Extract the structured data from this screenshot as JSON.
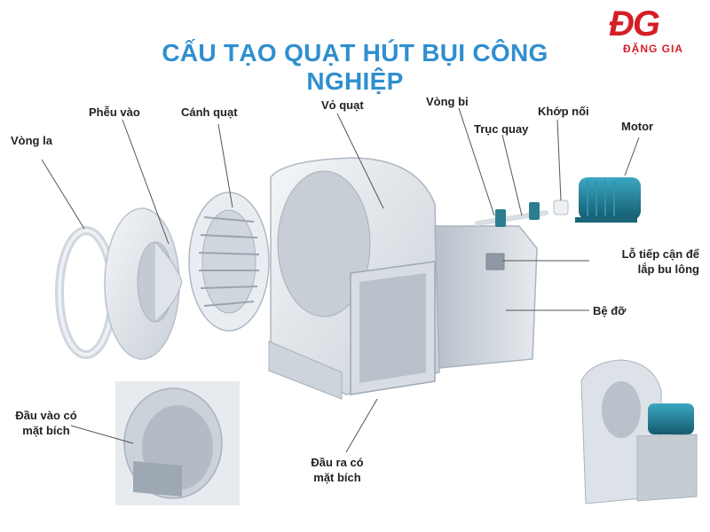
{
  "title": "CẤU TẠO QUẠT HÚT BỤI CÔNG NGHIỆP",
  "logo": {
    "mark": "ĐG",
    "name": "ĐẶNG GIA"
  },
  "labels": {
    "vong_la": "Vòng la",
    "pheu_vao": "Phễu vào",
    "canh_quat": "Cánh quạt",
    "vo_quat": "Vỏ quạt",
    "vong_bi": "Vòng bi",
    "truc_quay": "Trục quay",
    "khop_noi": "Khớp nối",
    "motor": "Motor",
    "lo_tiep_can_1": "Lỗ tiếp cận để",
    "lo_tiep_can_2": "lắp bu lông",
    "be_do": "Bệ đỡ",
    "dau_vao_1": "Đầu vào có",
    "dau_vao_2": "mặt bích",
    "dau_ra_1": "Đầu ra có",
    "dau_ra_2": "mặt bích"
  },
  "colors": {
    "title": "#2f8fcf",
    "brand": "#d41f26",
    "motor": "#1e7d96",
    "metal": "#dfe4ea"
  }
}
